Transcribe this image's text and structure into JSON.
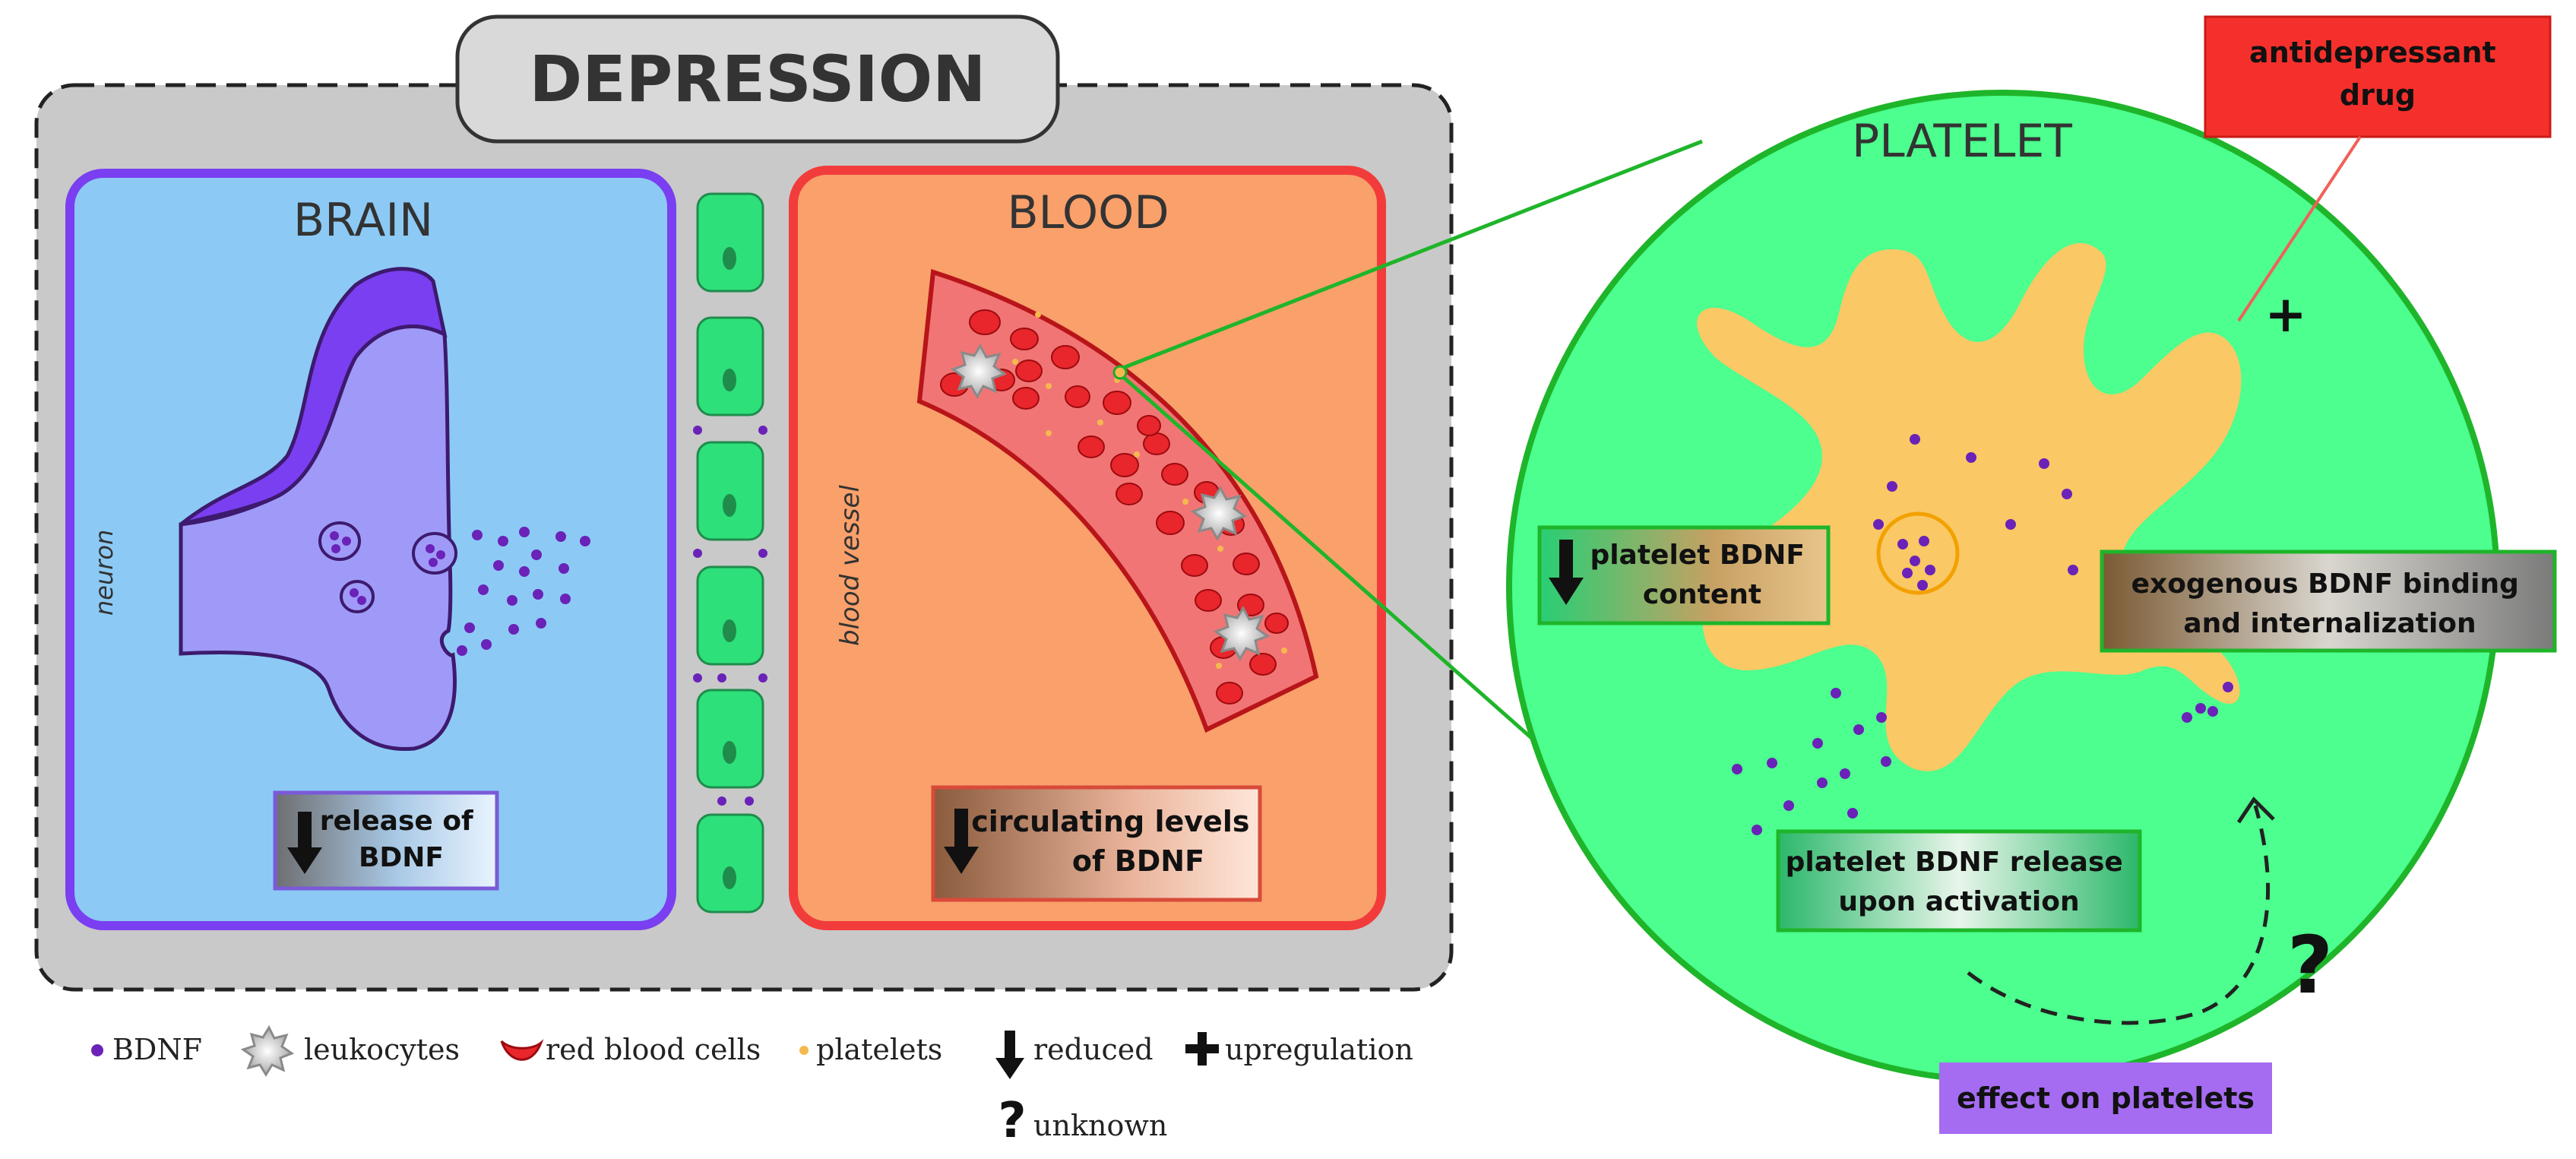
{
  "title": "DEPRESSION",
  "brain": {
    "title": "BRAIN",
    "neuron_label": "neuron",
    "release_box": [
      "release of",
      "BDNF"
    ]
  },
  "blood": {
    "title": "BLOOD",
    "vessel_label": "blood vessel",
    "circulating_box": [
      "circulating levels",
      "of BDNF"
    ]
  },
  "platelet": {
    "title": "PLATELET",
    "drug_label": [
      "antidepressant",
      "drug"
    ],
    "plus_sign": "+",
    "content_box": [
      "platelet BDNF",
      "content"
    ],
    "exogenous_box": [
      "exogenous  BDNF binding",
      "and internalization"
    ],
    "release_box": [
      "platelet BDNF release",
      "upon activation"
    ],
    "question_mark": "?",
    "effect_label": "effect on platelets"
  },
  "legend": [
    {
      "label": "BDNF"
    },
    {
      "label": "leukocytes"
    },
    {
      "label": "red blood cells"
    },
    {
      "label": "platelets"
    },
    {
      "label": "reduced"
    },
    {
      "label": "upregulation"
    },
    {
      "label": "unknown"
    }
  ],
  "colors": {
    "panel_gray": "#c9c9c9",
    "brain_blue": "#8ccaf5",
    "brain_border": "#7a3ff0",
    "blood_orange": "#f9a06b",
    "blood_border": "#f23c3c",
    "vessel": "#f27575",
    "rbc": "#e8262b",
    "cell_green": "#2de07a",
    "platelet_green": "#4cff8e",
    "platelet_body": "#fac864",
    "drug_red": "#f5302c",
    "effect_purple": "#a56cf2",
    "bdnf_dot": "#6a22b8"
  }
}
